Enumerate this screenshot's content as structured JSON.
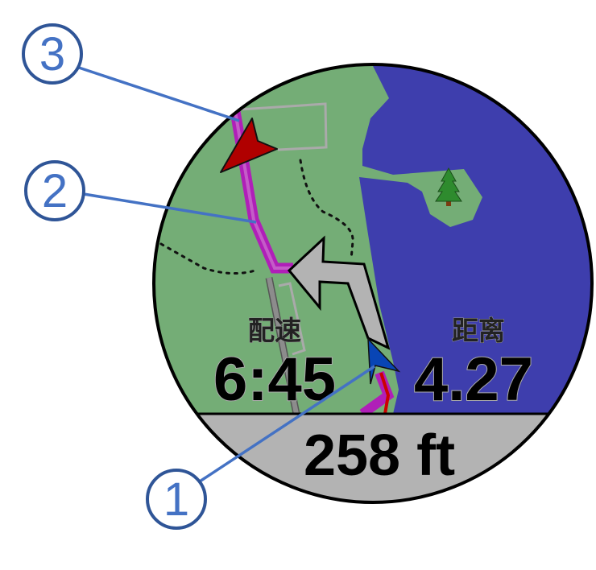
{
  "watch": {
    "fields": {
      "pace_label": "配速",
      "pace_value": "6:45",
      "distance_label": "距离",
      "distance_value": "4.27",
      "elevation_value": "258 ft"
    },
    "map_icons": [
      "tree-icon",
      "position-arrow-icon",
      "destination-arrow-icon",
      "turn-left-arrow-icon"
    ]
  },
  "callouts": [
    {
      "number": "1"
    },
    {
      "number": "2"
    },
    {
      "number": "3"
    }
  ],
  "colors": {
    "land": "#74ad76",
    "water": "#3e3ead",
    "route": "#b01fb8",
    "callout": "#4472c4",
    "bottom_band": "#b3b3b3"
  }
}
